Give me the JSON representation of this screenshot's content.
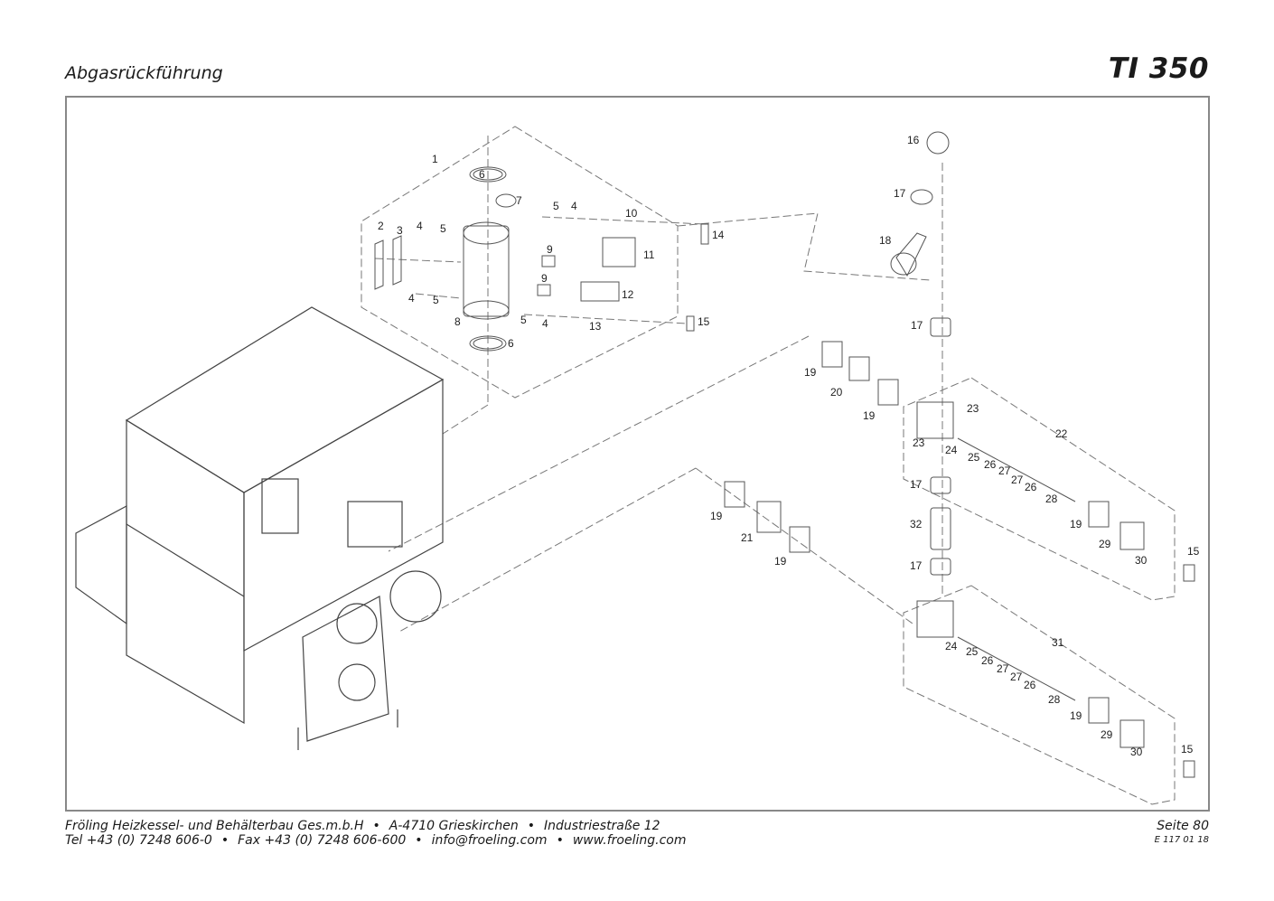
{
  "header": {
    "section_title": "Abgasrückführung",
    "model": "TI 350"
  },
  "footer": {
    "company": "Fröling Heizkessel- und Behälterbau Ges.m.b.H",
    "address_city": "A-4710 Grieskirchen",
    "address_street": "Industriestraße 12",
    "bullet": "•",
    "phone": "Tel +43 (0) 7248 606-0",
    "fax": "Fax +43 (0) 7248 606-600",
    "email": "info@froeling.com",
    "web": "www.froeling.com",
    "page": "Seite 80",
    "doc_code": "E 117 01 18"
  },
  "part_labels": {
    "p1": "1",
    "p2": "2",
    "p3": "3",
    "p4": "4",
    "p5": "5",
    "p6": "6",
    "p7": "7",
    "p8": "8",
    "p9": "9",
    "p10": "10",
    "p11": "11",
    "p12": "12",
    "p13": "13",
    "p14": "14",
    "p15": "15",
    "p16": "16",
    "p17": "17",
    "p18": "18",
    "p19": "19",
    "p20": "20",
    "p21": "21",
    "p22": "22",
    "p23": "23",
    "p24": "24",
    "p25": "25",
    "p26": "26",
    "p27": "27",
    "p28": "28",
    "p29": "29",
    "p30": "30",
    "p31": "31",
    "p32": "32"
  }
}
